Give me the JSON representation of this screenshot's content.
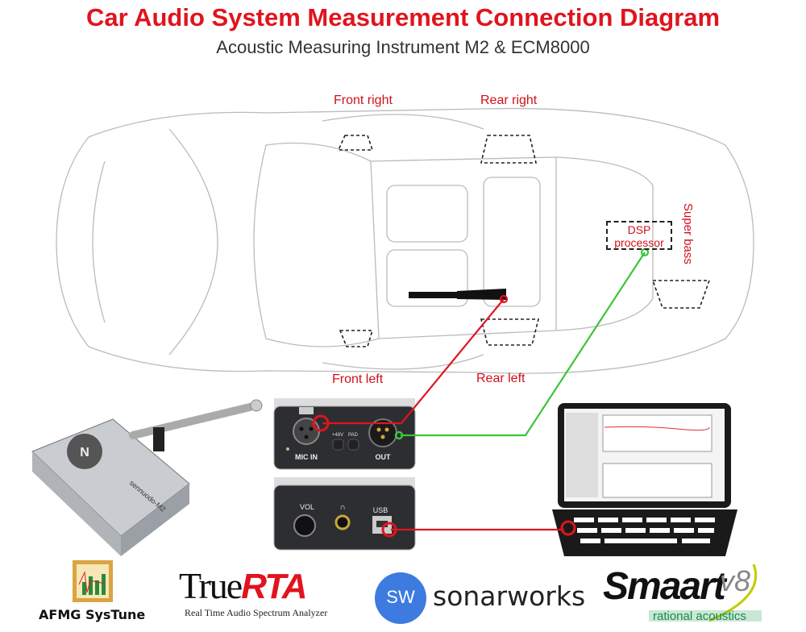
{
  "header": {
    "title": "Car Audio System Measurement Connection Diagram",
    "subtitle": "Acoustic Measuring Instrument M2 & ECM8000"
  },
  "speakers": {
    "front_right": "Front right",
    "rear_right": "Rear right",
    "front_left": "Front left",
    "rear_left": "Rear left",
    "super_bass": "Super bass"
  },
  "dsp": {
    "line1": "DSP",
    "line2": "processor"
  },
  "device_front": {
    "mic_in": "MIC IN",
    "phantom": "+48V",
    "pad": "PAD",
    "out": "OUT"
  },
  "device_back": {
    "vol": "VOL",
    "usb": "USB"
  },
  "device_body": {
    "brand": "sennuodo-M2"
  },
  "logos": {
    "afmg": "AFMG SysTune",
    "truerta": "TrueRTA",
    "truerta_tagline": "Real Time Audio Spectrum Analyzer",
    "sonarworks": "sonarworks",
    "sonarworks_badge": "SW",
    "smaart": "Smaart",
    "smaart_version": "v8",
    "smaart_sub": "rational acoustics"
  },
  "colors": {
    "title": "#e0141e",
    "red_cable": "#e0141e",
    "green_cable": "#3cc43c"
  }
}
